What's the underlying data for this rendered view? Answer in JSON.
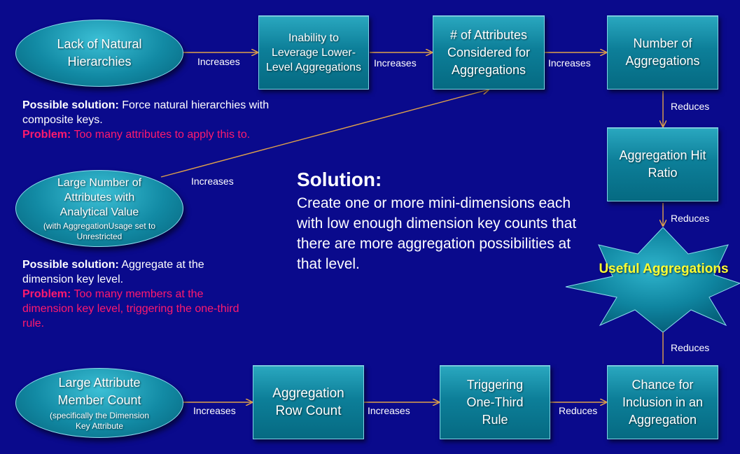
{
  "colors": {
    "background": "#0a0a8c",
    "node_fill": "#0d7f99",
    "arrow": "#e0a24a",
    "problem_text": "#ff1a6e",
    "highlight_text": "#ffff33"
  },
  "nodes": {
    "lack_hierarchies": {
      "title": "Lack of Natural Hierarchies"
    },
    "inability_leverage": {
      "title": "Inability to Leverage Lower-Level Aggregations"
    },
    "num_attributes": {
      "title": "# of Attributes Considered for Aggregations"
    },
    "num_aggregations": {
      "title": "Number of Aggregations"
    },
    "hit_ratio": {
      "title": "Aggregation Hit Ratio"
    },
    "useful_aggregations": {
      "title": "Useful Aggregations"
    },
    "large_attributes": {
      "title": "Large Number of Attributes with Analytical Value",
      "subtitle": "(with AggregationUsage set to Unrestricted"
    },
    "large_member_count": {
      "title": "Large Attribute Member Count",
      "subtitle": "(specifically the Dimension Key Attribute"
    },
    "agg_row_count": {
      "title": "Aggregation Row Count"
    },
    "one_third": {
      "title": "Triggering One-Third Rule"
    },
    "chance_inclusion": {
      "title": "Chance for Inclusion in an Aggregation"
    }
  },
  "edges": {
    "e1": "Increases",
    "e2": "Increases",
    "e3": "Increases",
    "e4": "Reduces",
    "e5": "Reduces",
    "e6": "Increases",
    "e7": "Increases",
    "e8": "Increases",
    "e9": "Reduces",
    "e10": "Reduces"
  },
  "notes": {
    "note1": {
      "solution_label": "Possible solution:",
      "solution_text": " Force natural hierarchies with composite keys.",
      "problem_label": "Problem:",
      "problem_text": " Too many attributes to apply this to."
    },
    "note2": {
      "solution_label": "Possible solution:",
      "solution_text": " Aggregate at the dimension key level.",
      "problem_label": "Problem:",
      "problem_text": " Too many members at the dimension key level, triggering the one-third rule."
    }
  },
  "solution": {
    "title": "Solution:",
    "body": "Create one or more mini-dimensions each with low enough dimension key counts that there are more aggregation possibilities at that level."
  }
}
